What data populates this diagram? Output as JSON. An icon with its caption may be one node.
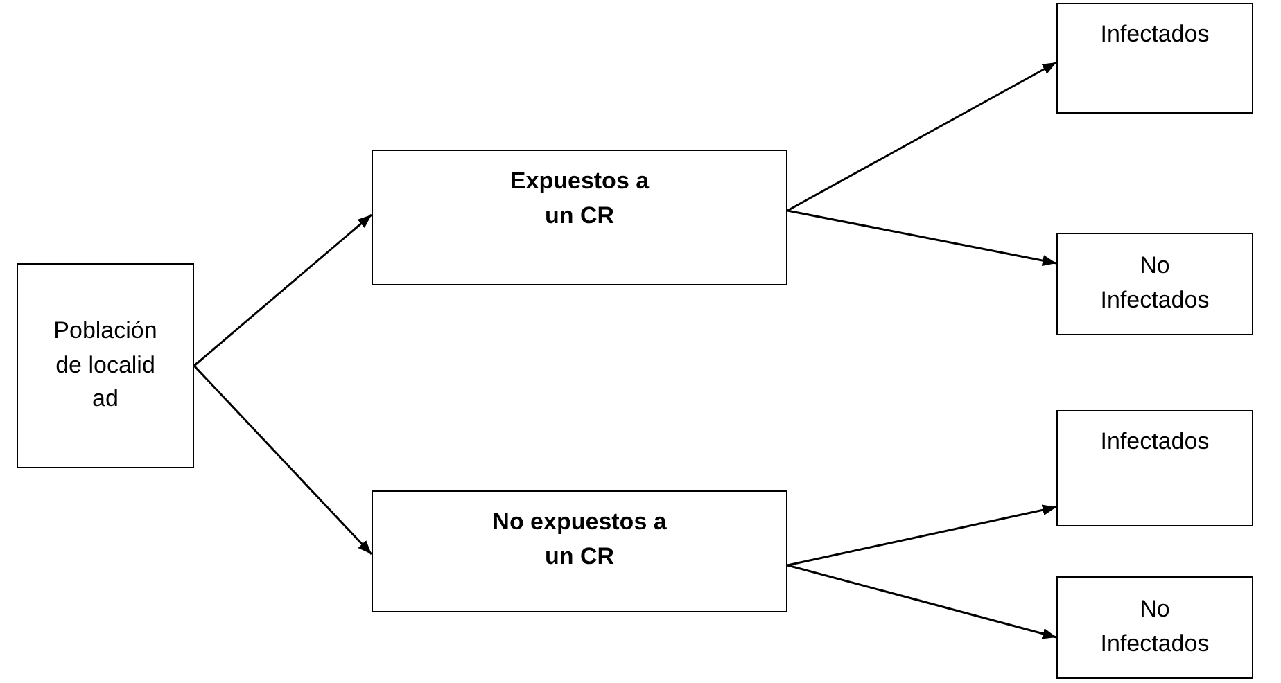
{
  "diagram": {
    "nodes": [
      {
        "text": [
          "Población de localidad"
        ]
      },
      {
        "text": [
          "Expuestos a un CR"
        ]
      },
      {
        "text": [
          "No expuestos a un CR"
        ]
      },
      {
        "text": [
          "Infectados"
        ]
      },
      {
        "text": [
          "No Infectados"
        ]
      },
      {
        "text": [
          "Infectados"
        ]
      },
      {
        "text": [
          "No Infectados"
        ]
      }
    ],
    "edges": [
      {
        "from": 0,
        "to": 1,
        "arrow": "to"
      },
      {
        "from": 0,
        "to": 2,
        "arrow": "to"
      },
      {
        "from": 1,
        "to": 3,
        "arrow": "to"
      },
      {
        "from": 1,
        "to": 4,
        "arrow": "to"
      },
      {
        "from": 2,
        "to": 5,
        "arrow": "to"
      },
      {
        "from": 2,
        "to": 6,
        "arrow": "to"
      }
    ]
  }
}
